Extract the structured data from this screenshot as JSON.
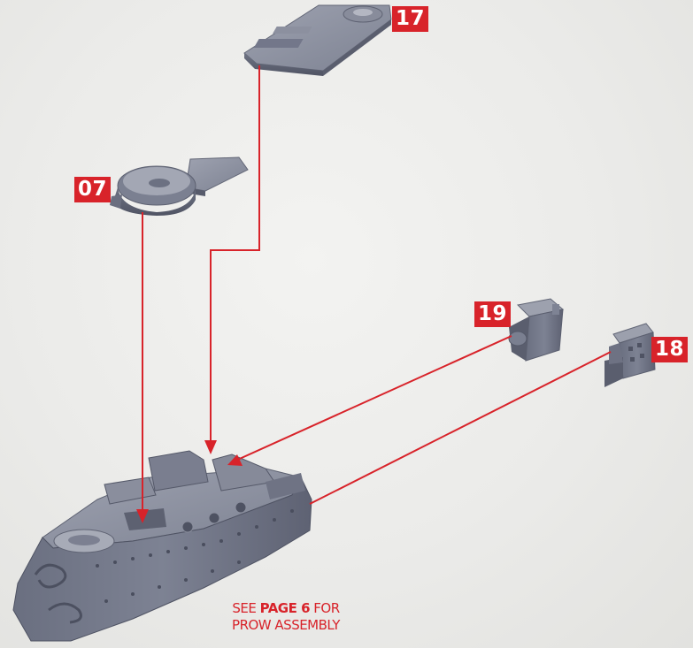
{
  "parts": {
    "p17": "17",
    "p07": "07",
    "p19": "19",
    "p18": "18"
  },
  "note": {
    "line1_pre": "SEE ",
    "line1_bold": "PAGE 6",
    "line1_post": " FOR",
    "line2": "PROW ASSEMBLY"
  },
  "colors": {
    "label_bg": "#d8232a",
    "arrow": "#d8232a",
    "model_grey": "#6f7484"
  },
  "icons": {
    "arrow_head": "triangle-arrowhead"
  }
}
